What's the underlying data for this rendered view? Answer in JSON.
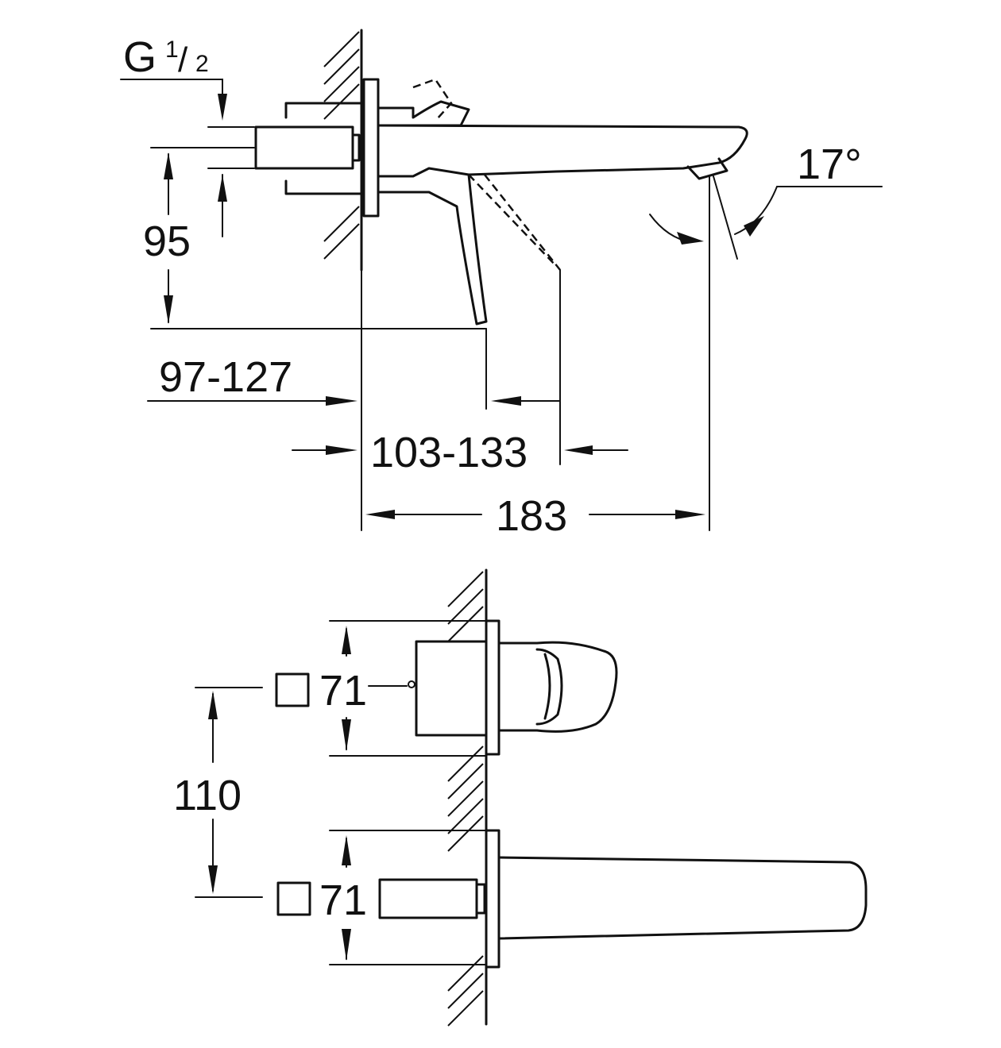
{
  "side_view": {
    "thread": {
      "letter": "G",
      "numerator": "1",
      "slash": "/",
      "denominator": "2"
    },
    "angle": "17°",
    "height": "95",
    "wall_range_1": "97-127",
    "wall_range_2": "103-133",
    "spout_length": "183"
  },
  "front_view": {
    "square_upper": "71",
    "square_lower": "71",
    "spacing": "110"
  }
}
